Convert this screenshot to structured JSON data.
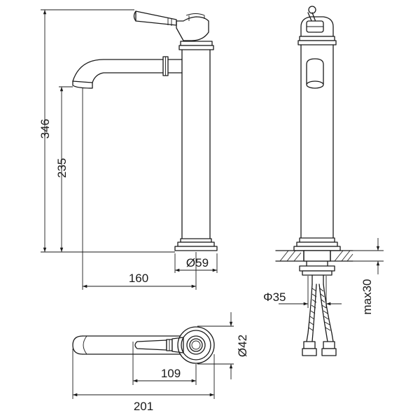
{
  "diagram": {
    "dimensions": {
      "overall_height": "346",
      "spout_height": "235",
      "spout_reach": "160",
      "base_diameter": "Ø59",
      "mounting_hole": "Φ35",
      "max_deck_thickness": "max30",
      "top_base_diameter": "Ø42",
      "handle_length": "109",
      "overall_length": "201"
    }
  }
}
